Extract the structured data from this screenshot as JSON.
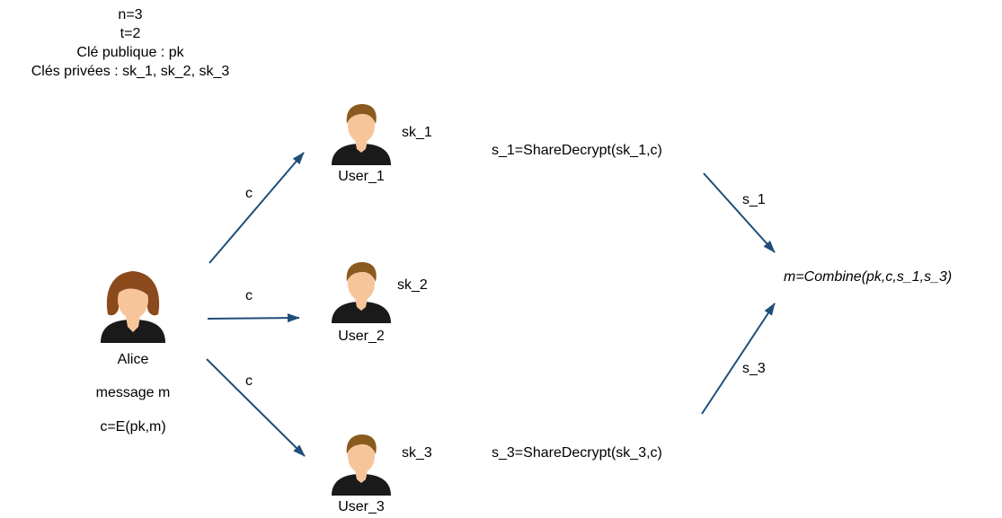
{
  "params": {
    "n": "n=3",
    "t": "t=2",
    "public_key": "Clé publique : pk",
    "private_keys": "Clés privées : sk_1, sk_2, sk_3"
  },
  "alice": {
    "name": "Alice",
    "message": "message m",
    "ciphertext": "c=E(pk,m)"
  },
  "users": [
    {
      "name": "User_1",
      "key": "sk_1",
      "share": "s_1=ShareDecrypt(sk_1,c)"
    },
    {
      "name": "User_2",
      "key": "sk_2"
    },
    {
      "name": "User_3",
      "key": "sk_3",
      "share": "s_3=ShareDecrypt(sk_3,c)"
    }
  ],
  "edges": {
    "alice_user1": "c",
    "alice_user2": "c",
    "alice_user3": "c",
    "user1_combine": "s_1",
    "user3_combine": "s_3"
  },
  "result": "m=Combine(pk,c,s_1,s_3)",
  "colors": {
    "arrow": "#1f4e79",
    "skin": "#f7c59a",
    "hair_male": "#8a5a1e",
    "hair_female": "#8b4a1c",
    "shirt": "#1a1a1a"
  },
  "icons": {
    "alice": "woman-avatar-icon",
    "user": "man-avatar-icon"
  }
}
